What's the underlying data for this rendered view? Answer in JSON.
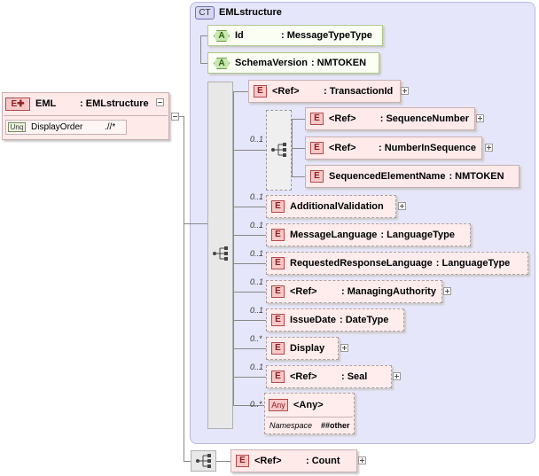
{
  "root": {
    "badge": "E",
    "name": "EML",
    "type_sep": ":",
    "type": "EMLstructure",
    "unique": {
      "badge": "Unq",
      "name": "DisplayOrder",
      "xpath": ".//*"
    }
  },
  "complex_type": {
    "badge": "CT",
    "name": "EMLstructure"
  },
  "attributes": [
    {
      "badge": "A",
      "name": "Id",
      "type": ": MessageTypeType"
    },
    {
      "badge": "A",
      "name": "SchemaVersion",
      "type": ": NMTOKEN"
    }
  ],
  "elements": {
    "transaction_id": {
      "badge": "E",
      "ref": "<Ref>",
      "name": ": TransactionId"
    },
    "sequence_number": {
      "badge": "E",
      "ref": "<Ref>",
      "name": ": SequenceNumber"
    },
    "number_in_sequence": {
      "badge": "E",
      "ref": "<Ref>",
      "name": ": NumberInSequence"
    },
    "sequenced_element_name": {
      "badge": "E",
      "name": "SequencedElementName",
      "type": ": NMTOKEN"
    },
    "additional_validation": {
      "badge": "E",
      "name": "AdditionalValidation"
    },
    "message_language": {
      "badge": "E",
      "name": "MessageLanguage",
      "type": ": LanguageType"
    },
    "requested_response_language": {
      "badge": "E",
      "name": "RequestedResponseLanguage",
      "type": ": LanguageType"
    },
    "managing_authority": {
      "badge": "E",
      "ref": "<Ref>",
      "name": ": ManagingAuthority"
    },
    "issue_date": {
      "badge": "E",
      "name": "IssueDate",
      "type": ": DateType"
    },
    "display": {
      "badge": "E",
      "name": "Display"
    },
    "seal": {
      "badge": "E",
      "ref": "<Ref>",
      "name": ": Seal"
    },
    "count": {
      "badge": "E",
      "ref": "<Ref>",
      "name": ": Count"
    }
  },
  "any": {
    "badge": "Any",
    "name": "<Any>",
    "namespace_label": "Namespace",
    "namespace_value": "##other"
  },
  "occurrences": {
    "inner_sequence": "0..1",
    "additional_validation": "0..1",
    "message_language": "0..1",
    "requested_response_language": "0..1",
    "managing_authority": "0..1",
    "issue_date": "0..1",
    "display": "0..*",
    "seal": "0..1",
    "any": "0..*"
  }
}
